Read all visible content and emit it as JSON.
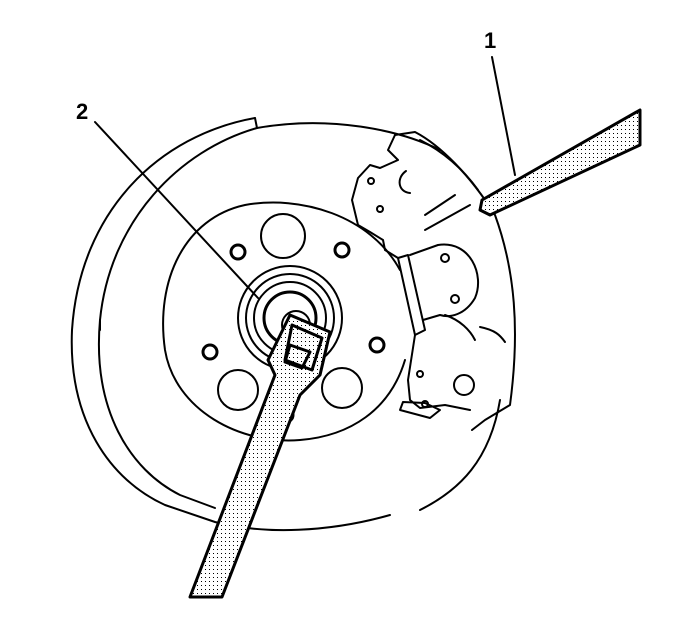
{
  "figure": {
    "type": "technical-illustration",
    "subject": "brake rotor with caliper and tools",
    "colors": {
      "line": "#000000",
      "background": "#ffffff",
      "hatch": "#000000"
    },
    "callouts": [
      {
        "id": "1",
        "label": "1",
        "target": "pry-bar"
      },
      {
        "id": "2",
        "label": "2",
        "target": "hub-nut-socket-tool"
      }
    ]
  }
}
